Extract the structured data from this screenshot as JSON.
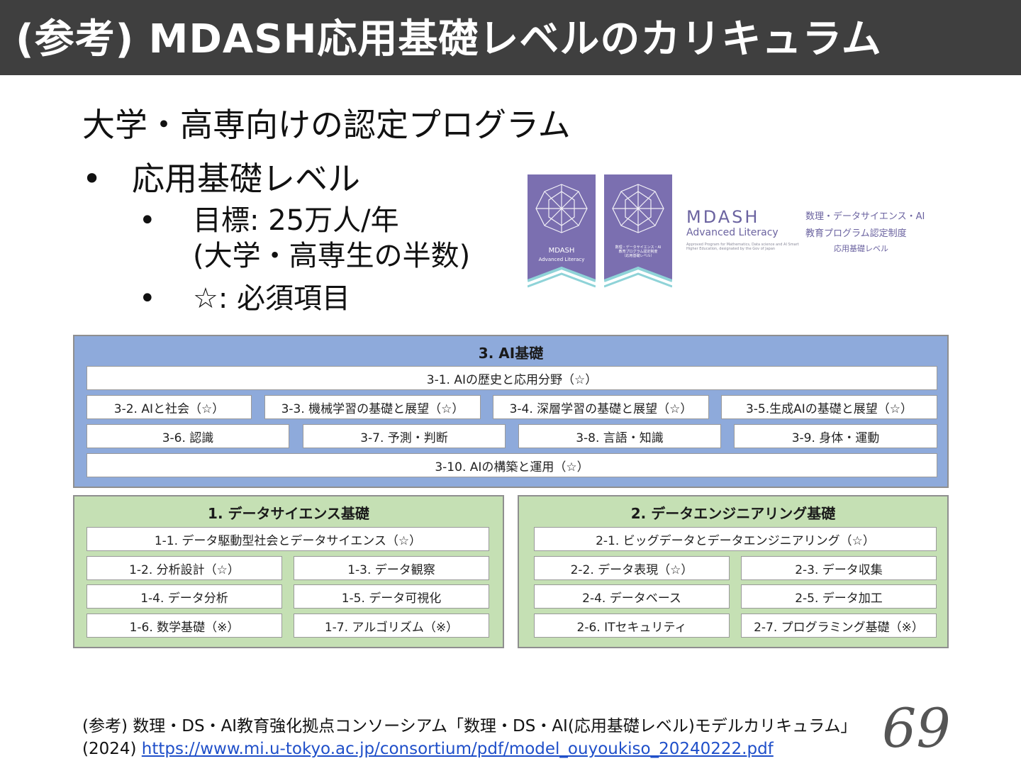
{
  "header": {
    "title": "(参考) MDASH応用基礎レベルのカリキュラム"
  },
  "subtitle": "大学・高専向けの認定プログラム",
  "bullets": {
    "marker": "•",
    "level": "応用基礎レベル",
    "goal_line1": "目標: 25万人/年",
    "goal_line2": "(大学・高専生の半数)",
    "star_note": "☆: 必須項目"
  },
  "logo": {
    "badge1_caption_top": "MDASH",
    "badge1_caption_bottom": "Advanced Literacy",
    "badge2_caption_1": "数理・データサイエンス・AI",
    "badge2_caption_2": "教育プログラム認定制度",
    "badge2_caption_3": "（応用基礎レベル）",
    "mdash": "MDASH",
    "advanced_literacy": "Advanced Literacy",
    "fine_print": "Approved Program for Mathematics, Data science and AI Smart Higher Education, designated by the Gov of Japan",
    "jp_line1": "数理・データサイエンス・AI",
    "jp_line2": "教育プログラム認定制度",
    "jp_line3": "応用基礎レベル",
    "accent_color": "#7b6fb0"
  },
  "ai_section": {
    "title": "3. AI基礎",
    "items": [
      "3-1. AIの歴史と応用分野（☆）",
      "3-2. AIと社会（☆）",
      "3-3. 機械学習の基礎と展望（☆）",
      "3-4. 深層学習の基礎と展望（☆）",
      "3-5.生成AIの基礎と展望（☆）",
      "3-6. 認識",
      "3-7. 予測・判断",
      "3-8. 言語・知識",
      "3-9. 身体・運動",
      "3-10. AIの構築と運用（☆）"
    ]
  },
  "ds_section": {
    "title": "1. データサイエンス基礎",
    "items": [
      "1-1. データ駆動型社会とデータサイエンス（☆）",
      "1-2. 分析設計（☆）",
      "1-3. データ観察",
      "1-4. データ分析",
      "1-5. データ可視化",
      "1-6. 数学基礎（※）",
      "1-7. アルゴリズム（※）"
    ]
  },
  "de_section": {
    "title": "2. データエンジニアリング基礎",
    "items": [
      "2-1. ビッグデータとデータエンジニアリング（☆）",
      "2-2. データ表現（☆）",
      "2-3. データ収集",
      "2-4. データベース",
      "2-5. データ加工",
      "2-6. ITセキュリティ",
      "2-7. プログラミング基礎（※）"
    ]
  },
  "footer": {
    "line1": "(参考) 数理・DS・AI教育強化拠点コンソーシアム「数理・DS・AI(応用基礎レベル)モデルカリキュラム」",
    "year": "(2024) ",
    "link": "https://www.mi.u-tokyo.ac.jp/consortium/pdf/model_ouyoukiso_20240222.pdf"
  },
  "page_number": "69",
  "colors": {
    "header_bg": "#3f3f3f",
    "ai_panel": "#8eaadb",
    "green_panel": "#c5e0b4",
    "badge_purple": "#7b6fb0",
    "link": "#1f4fc9"
  }
}
